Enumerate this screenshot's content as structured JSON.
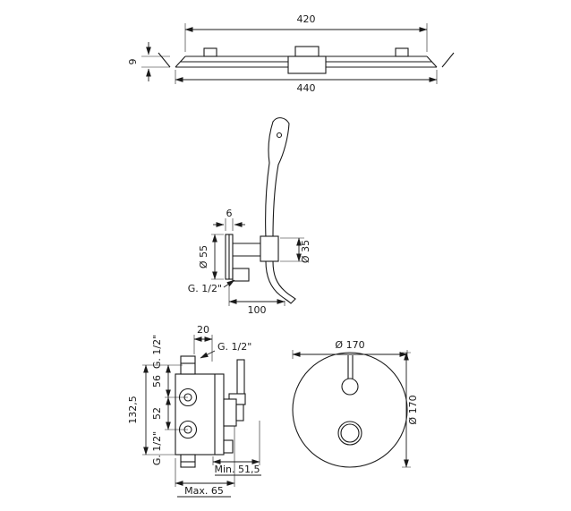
{
  "drawing": {
    "name": "Shower system technical dimension drawing",
    "colors": {
      "background": "#ffffff",
      "line": "#1a1a1a"
    }
  },
  "overhead_shower": {
    "dim_top_width": "420",
    "dim_thickness": "9",
    "dim_overall_width": "440"
  },
  "hand_shower": {
    "dim_bracket_thickness": "6",
    "dim_flange_diameter": "Ø 55",
    "dim_handle_diameter": "Ø 35",
    "label_thread": "G. 1/2\"",
    "dim_reach": "100"
  },
  "mixer_valve": {
    "dim_top_offset": "20",
    "label_thread_top": "G. 1/2\"",
    "label_thread_left_top": "G. 1/2\"",
    "dim_upper_spacing": "56",
    "dim_lower_spacing": "52",
    "dim_total_height": "132,5",
    "label_thread_left_bottom": "G. 1/2\"",
    "dim_min_depth": "Min. 51,5",
    "dim_max_depth": "Max. 65"
  },
  "trim_plate": {
    "dim_diameter_horizontal": "Ø 170",
    "dim_diameter_vertical": "Ø 170"
  }
}
